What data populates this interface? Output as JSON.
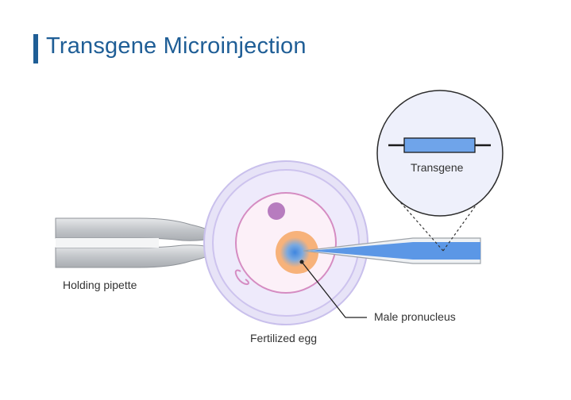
{
  "title": "Transgene Microinjection",
  "labels": {
    "holding_pipette": "Holding pipette",
    "fertilized_egg": "Fertilized egg",
    "male_pronucleus": "Male pronucleus",
    "transgene": "Transgene"
  },
  "colors": {
    "title": "#1f5e96",
    "zona": "#d9d4f2",
    "ooplasm": "#fbeef7",
    "membrane": "#d58cc2",
    "pronucleus": "#f7b27a",
    "dna_injection": "#4a8ee6",
    "pipette": "#b9bcc0",
    "transgene_box": "#6fa4ea"
  }
}
